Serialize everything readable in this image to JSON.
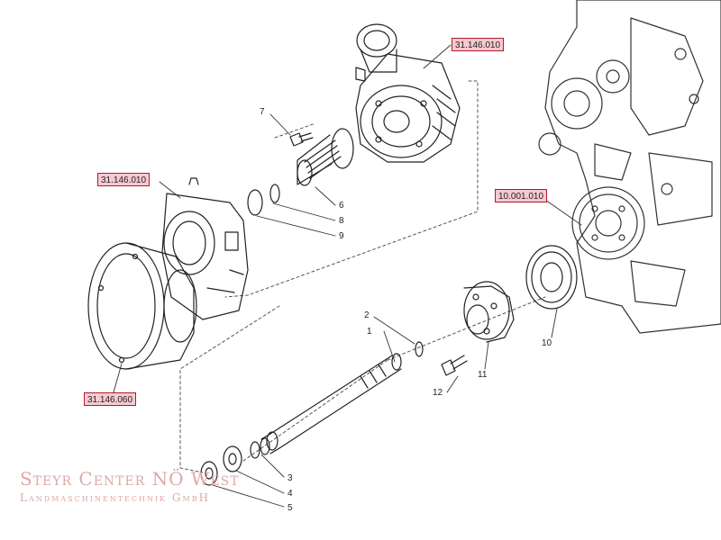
{
  "references": {
    "ref_top": "31.146.010",
    "ref_left": "31.146.010",
    "ref_bottom": "31.146.060",
    "ref_engine": "10.001.010"
  },
  "numbers": {
    "n1": "1",
    "n2": "2",
    "n3": "3",
    "n4": "4",
    "n5": "5",
    "n6": "6",
    "n7": "7",
    "n8": "8",
    "n9": "9",
    "n10": "10",
    "n11": "11",
    "n12": "12"
  },
  "watermark": {
    "line1": "Steyr Center NÖ West",
    "line2": "Landmaschinentechnik GmbH"
  },
  "colors": {
    "label_fill": "#f6c9d0",
    "label_border": "#b01c2e",
    "watermark": "#e0a7a7"
  }
}
